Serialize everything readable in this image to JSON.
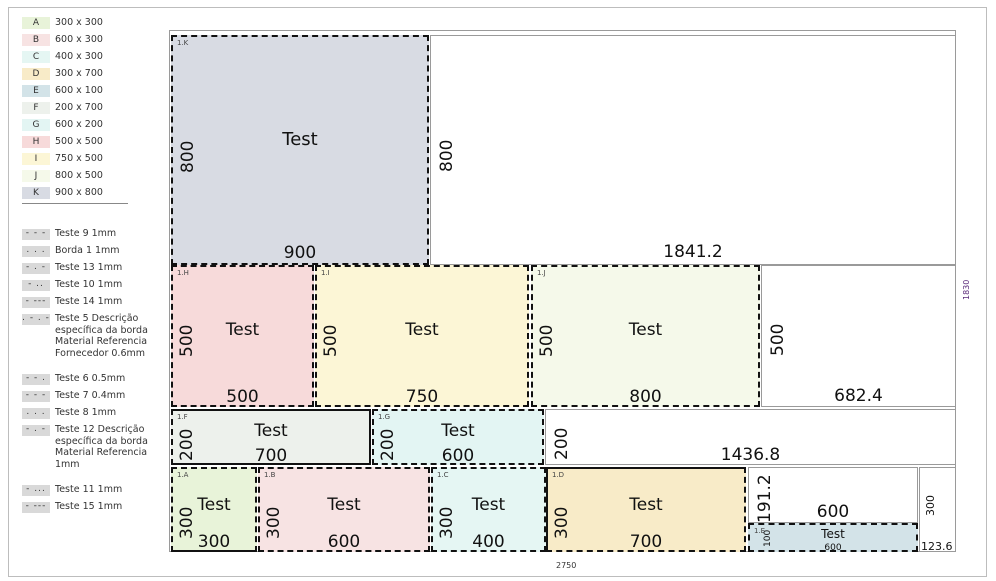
{
  "legend": {
    "materials": [
      {
        "code": "A",
        "size": "300 x 300",
        "color": "#e8f3d9"
      },
      {
        "code": "B",
        "size": "600 x 300",
        "color": "#f7e3e3"
      },
      {
        "code": "C",
        "size": "400 x 300",
        "color": "#e5f6f3"
      },
      {
        "code": "D",
        "size": "300 x 700",
        "color": "#f8ebc8"
      },
      {
        "code": "E",
        "size": "600 x 100",
        "color": "#d3e3e8"
      },
      {
        "code": "F",
        "size": "200 x 700",
        "color": "#edf1ec"
      },
      {
        "code": "G",
        "size": "600 x 200",
        "color": "#e3f5f3"
      },
      {
        "code": "H",
        "size": "500 x 500",
        "color": "#f7dada"
      },
      {
        "code": "I",
        "size": "750 x 500",
        "color": "#fcf6d6"
      },
      {
        "code": "J",
        "size": "800 x 500",
        "color": "#f5f9ea"
      },
      {
        "code": "K",
        "size": "900 x 800",
        "color": "#d8dbe3"
      }
    ],
    "edges": [
      {
        "pattern": "- - -",
        "label": "Teste 9  1mm"
      },
      {
        "pattern": ". . .",
        "label": "Borda 1  1mm"
      },
      {
        "pattern": "- . -",
        "label": "Teste 13  1mm"
      },
      {
        "pattern": "- ..",
        "label": "Teste 10  1mm"
      },
      {
        "pattern": "- ---",
        "label": "Teste 14  1mm"
      },
      {
        "pattern": ". - . -",
        "label": "Teste  5  Descrição específica da borda Material Referencia Fornecedor 0.6mm"
      },
      {
        "pattern": "- - .",
        "label": "Teste 6   0.5mm"
      },
      {
        "pattern": "- - -",
        "label": "Teste 7  0.4mm"
      },
      {
        "pattern": ". . .",
        "label": "Teste 8  1mm"
      },
      {
        "pattern": "- . -",
        "label": "Teste  12  Descrição específica da borda Material Referencia 1mm"
      },
      {
        "pattern": "- ...",
        "label": "Teste 11  1mm"
      },
      {
        "pattern": "- ---",
        "label": "Teste 15  1mm"
      }
    ]
  },
  "sheet": {
    "total_width": "2750",
    "total_height": "1830",
    "pieces": [
      {
        "id": "1.K",
        "text": "Test",
        "w": "900",
        "h": "800"
      },
      {
        "id": "1.H",
        "text": "Test",
        "w": "500",
        "h": "500"
      },
      {
        "id": "1.I",
        "text": "Test",
        "w": "750",
        "h": "500"
      },
      {
        "id": "1.J",
        "text": "Test",
        "w": "800",
        "h": "500"
      },
      {
        "id": "1.F",
        "text": "Test",
        "w": "700",
        "h": "200"
      },
      {
        "id": "1.G",
        "text": "Test",
        "w": "600",
        "h": "200"
      },
      {
        "id": "1.A",
        "text": "Test",
        "w": "300",
        "h": "300"
      },
      {
        "id": "1.B",
        "text": "Test",
        "w": "600",
        "h": "300"
      },
      {
        "id": "1.C",
        "text": "Test",
        "w": "400",
        "h": "300"
      },
      {
        "id": "1.D",
        "text": "Test",
        "w": "700",
        "h": "300"
      },
      {
        "id": "1.E",
        "text": "Test",
        "w": "600",
        "h": "100"
      }
    ],
    "waste": [
      {
        "w": "1841.2",
        "h": "800"
      },
      {
        "w": "682.4",
        "h": "500"
      },
      {
        "w": "1436.8",
        "h": "200"
      },
      {
        "w": "600",
        "h": "191.2"
      },
      {
        "w": "123.6",
        "h": "300"
      }
    ]
  }
}
